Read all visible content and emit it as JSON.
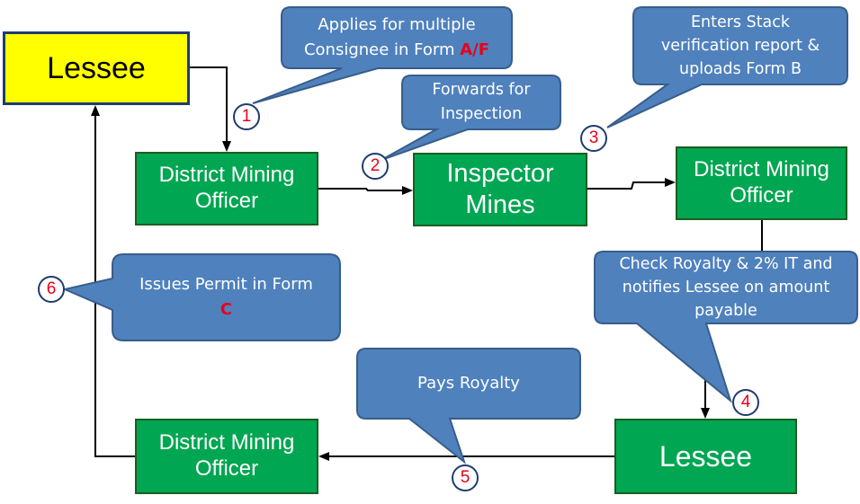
{
  "nodes": {
    "lessee_top": "Lessee",
    "dmo_1_line1": "District Mining",
    "dmo_1_line2": "Officer",
    "inspector_line1": "Inspector",
    "inspector_line2": "Mines",
    "dmo_2_line1": "District Mining",
    "dmo_2_line2": "Officer",
    "lessee_bottom": "Lessee",
    "dmo_3_line1": "District Mining",
    "dmo_3_line2": "Officer"
  },
  "callouts": {
    "c1_line1": "Applies for multiple",
    "c1_line2": "Consignee in Form",
    "c1_form": "A/F",
    "c2_line1": "Forwards for",
    "c2_line2": "Inspection",
    "c3_line1": "Enters Stack",
    "c3_line2": "verification report &",
    "c3_line3": "uploads Form B",
    "c4_line1": "Check Royalty & 2% IT and",
    "c4_line2": "notifies Lessee on amount",
    "c4_line3": "payable",
    "c5_line1": "Pays Royalty",
    "c6_line1": "Issues Permit in Form",
    "c6_form": "C"
  },
  "steps": [
    "1",
    "2",
    "3",
    "4",
    "5",
    "6"
  ],
  "colors": {
    "node_green": "#00a651",
    "node_yellow": "#ffff00",
    "callout_blue": "#4f81bd",
    "callout_border": "#385d8a",
    "step_number": "#e8001c",
    "form_letter": "#e8001c"
  }
}
